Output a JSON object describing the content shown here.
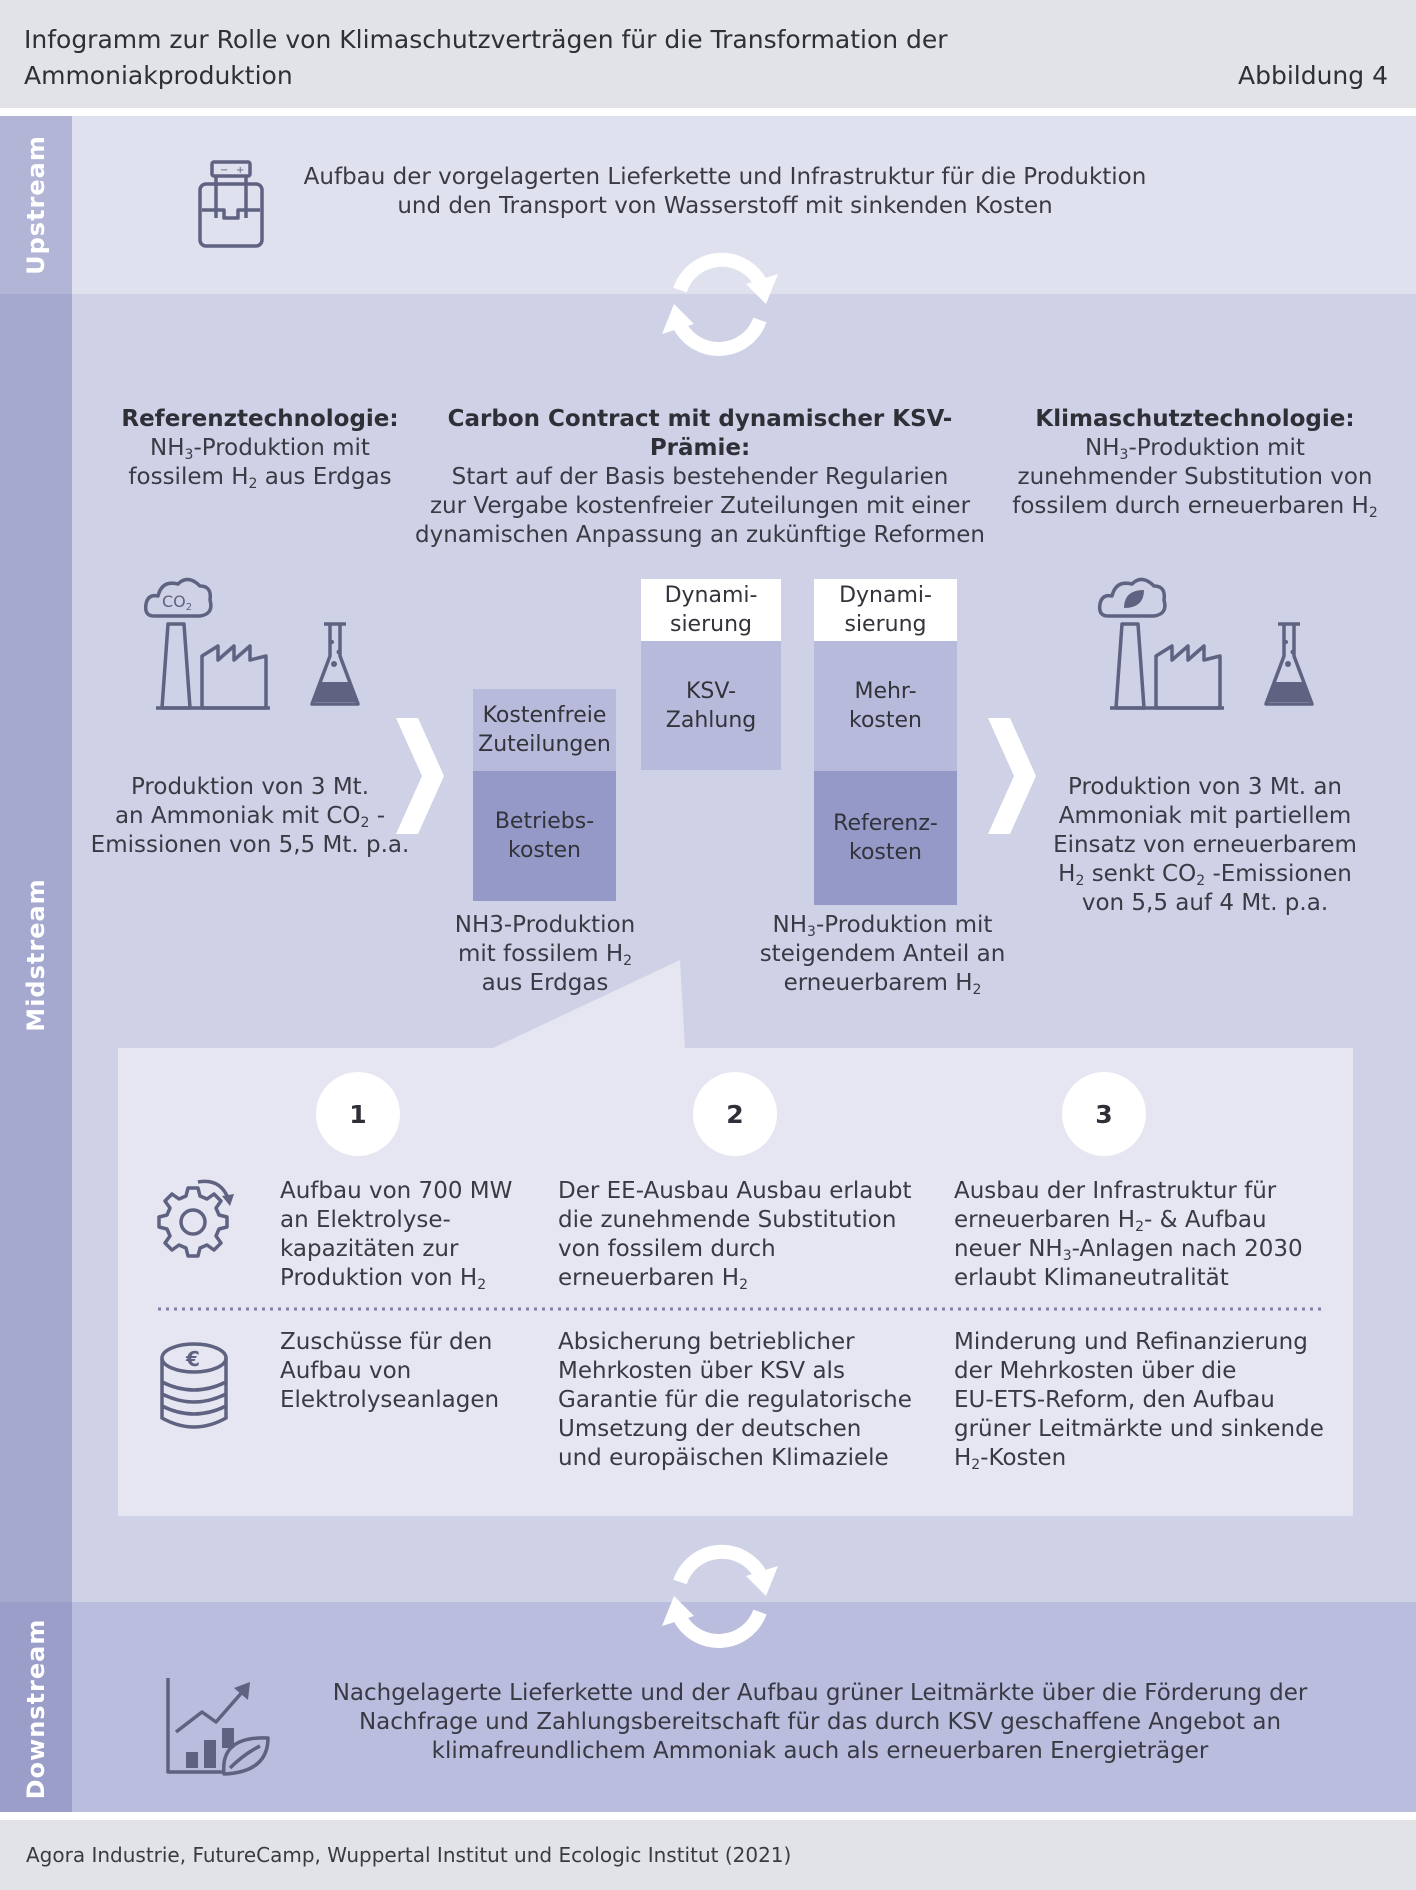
{
  "header": {
    "title_line1": "Infogramm zur Rolle von Klimaschutzverträgen für die Transformation der",
    "title_line2": "Ammoniakproduktion",
    "figure_label": "Abbildung 4"
  },
  "bands": {
    "upstream": "Upstream",
    "midstream": "Midstream",
    "downstream": "Downstream"
  },
  "upstream": {
    "line1": "Aufbau der vorgelagerten Lieferkette und Infrastruktur für die Produktion",
    "line2": "und den Transport von Wasserstoff mit sinkenden Kosten"
  },
  "reference": {
    "heading": "Referenztechnologie:",
    "l1_a": "NH",
    "l1_sub": "3",
    "l1_b": "-Produktion mit",
    "l2_a": "fossilem H",
    "l2_sub": "2",
    "l2_b": " aus Erdgas",
    "prod1": "Produktion von 3 Mt.",
    "prod2_a": "an Ammoniak mit CO",
    "prod2_sub": "2",
    "prod2_b": " -",
    "prod3": "Emissionen von 5,5 Mt. p.a.",
    "co2_a": "CO",
    "co2_sub": "2"
  },
  "contract": {
    "heading": "Carbon Contract mit dynamischer KSV-Prämie:",
    "l1": "Start auf der Basis bestehender Regularien",
    "l2": "zur Vergabe kostenfreier Zuteilungen mit einer",
    "l3": "dynamischen Anpassung an zukünftige Reformen"
  },
  "climate": {
    "heading": "Klimaschutztechnologie:",
    "l1_a": "NH",
    "l1_sub": "3",
    "l1_b": "-Produktion mit",
    "l2": "zunehmender Substitution von",
    "l3_a": "fossilem durch erneuerbaren H",
    "l3_sub": "2",
    "prod1": "Produktion von 3 Mt. an",
    "prod2": "Ammoniak mit partiellem",
    "prod3": "Einsatz von erneuerbarem",
    "prod4_a": "H",
    "prod4_sub": "2",
    "prod4_b": " senkt CO",
    "prod4_sub2": "2",
    "prod4_c": " -Emissionen",
    "prod5": "von 5,5 auf 4 Mt. p.a."
  },
  "cost_boxes": {
    "free1": "Kostenfreie",
    "free2": "Zuteilungen",
    "op1": "Betriebs-",
    "op2": "kosten",
    "dyn1": "Dynami-",
    "dyn2": "sierung",
    "ksv1": "KSV-",
    "ksv2": "Zahlung",
    "more1": "Mehr-",
    "more2": "kosten",
    "ref1": "Referenz-",
    "ref2": "kosten"
  },
  "captions": {
    "left1": "NH3-Produktion",
    "left2_a": "mit fossilem H",
    "left2_sub": "2",
    "left3": "aus Erdgas",
    "right1_a": "NH",
    "right1_sub": "3",
    "right1_b": "-Produktion mit",
    "right2": "steigendem Anteil an",
    "right3_a": "erneuerbarem H",
    "right3_sub": "2"
  },
  "steps": {
    "n1": "1",
    "n2": "2",
    "n3": "3",
    "s1": [
      "Aufbau von 700 MW",
      "an Elektrolyse-",
      "kapazitäten zur"
    ],
    "s1_last_a": "Produktion von H",
    "s1_last_sub": "2",
    "s2": [
      "Der EE-Ausbau Ausbau erlaubt",
      "die zunehmende Substitution",
      "von fossilem durch"
    ],
    "s2_last_a": "erneuerbaren H",
    "s2_last_sub": "2",
    "s3_l1": "Ausbau der Infrastruktur für",
    "s3_l2_a": "erneuerbaren H",
    "s3_l2_sub": "2",
    "s3_l2_b": "- & Aufbau",
    "s3_l3_a": "neuer NH",
    "s3_l3_sub": "3",
    "s3_l3_b": "-Anlagen nach 2030",
    "s3_l4": "erlaubt Klimaneutralität",
    "f1": [
      "Zuschüsse für den",
      "Aufbau von",
      "Elektrolyseanlagen"
    ],
    "f2": [
      "Absicherung betrieblicher",
      "Mehrkosten über KSV als",
      "Garantie für die regulatorische",
      "Umsetzung der deutschen",
      "und europäischen Klimaziele"
    ],
    "f3": [
      "Minderung und Refinanzierung",
      "der Mehrkosten über die",
      "EU-ETS-Reform, den Aufbau",
      "grüner Leitmärkte und sinkende"
    ],
    "f3_last_a": "H",
    "f3_last_sub": "2",
    "f3_last_b": "-Kosten",
    "euro": "€"
  },
  "downstream": {
    "line1": "Nachgelagerte Lieferkette und der Aufbau grüner Leitmärkte über die Förderung der",
    "line2": "Nachfrage und Zahlungsbereitschaft für das durch KSV geschaffene Angebot an",
    "line3": "klimafreundlichem Ammoniak auch als erneuerbaren Energieträger"
  },
  "footer": {
    "source": "Agora Industrie, FutureCamp, Wuppertal Institut und Ecologic Institut (2021)"
  },
  "colors": {
    "upstream_bg": "#e0e1ef",
    "midstream_bg": "#cfd1e6",
    "downstream_bg": "#babdde",
    "box_light": "#b8badb",
    "box_dark": "#9599c8",
    "icon": "#5f6280"
  }
}
